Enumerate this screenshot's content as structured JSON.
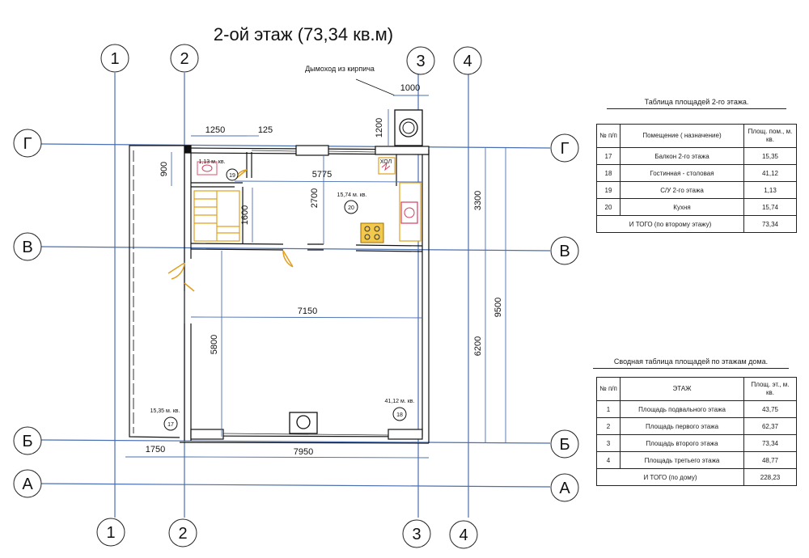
{
  "title": "2-ой этаж (73,34 кв.м)",
  "axes": {
    "vertical": [
      "1",
      "2",
      "3",
      "4"
    ],
    "horizontal": [
      "Г",
      "В",
      "Б",
      "А"
    ]
  },
  "chimney_label": "Дымоход из кирпича",
  "dimensions": {
    "d1000": "1000",
    "d1200": "1200",
    "d1250": "1250",
    "d125": "125",
    "d900": "900",
    "d5775": "5775",
    "d1600": "1600",
    "d2700": "2700",
    "d3300": "3300",
    "d7150": "7150",
    "d5800": "5800",
    "d9500": "9500",
    "d6200": "6200",
    "d1750": "1750",
    "d7950": "7950"
  },
  "rooms": [
    {
      "area": "1,13 м. кв.",
      "number": "19"
    },
    {
      "area": "15,74 м. кв.",
      "number": "20"
    },
    {
      "area": "15,35 м. кв.",
      "number": "17"
    },
    {
      "area": "41,12 м. кв.",
      "number": "18"
    }
  ],
  "fixture_label": "ХОЛ",
  "table1": {
    "title": "Таблица площадей 2-го этажа.",
    "headers": [
      "№ п/п",
      "Помещение ( назначение)",
      "Площ. пом., м. кв."
    ],
    "rows": [
      [
        "17",
        "Балкон 2-го этажа",
        "15,35"
      ],
      [
        "18",
        "Гостинная - столовая",
        "41,12"
      ],
      [
        "19",
        "С/У 2-го этажа",
        "1,13"
      ],
      [
        "20",
        "Кухня",
        "15,74"
      ]
    ],
    "total_label": "И ТОГО (по второму этажу)",
    "total_value": "73,34"
  },
  "table2": {
    "title": "Сводная таблица площадей по этажам дома.",
    "headers": [
      "№ п/п",
      "ЭТАЖ",
      "Площ. эт., м. кв."
    ],
    "rows": [
      [
        "1",
        "Площадь подвального этажа",
        "43,75"
      ],
      [
        "2",
        "Площадь первого этажа",
        "62,37"
      ],
      [
        "3",
        "Площадь второго этажа",
        "73,34"
      ],
      [
        "4",
        "Площадь третьего этажа",
        "48,77"
      ]
    ],
    "total_label": "И ТОГО (по дому)",
    "total_value": "228,23"
  }
}
